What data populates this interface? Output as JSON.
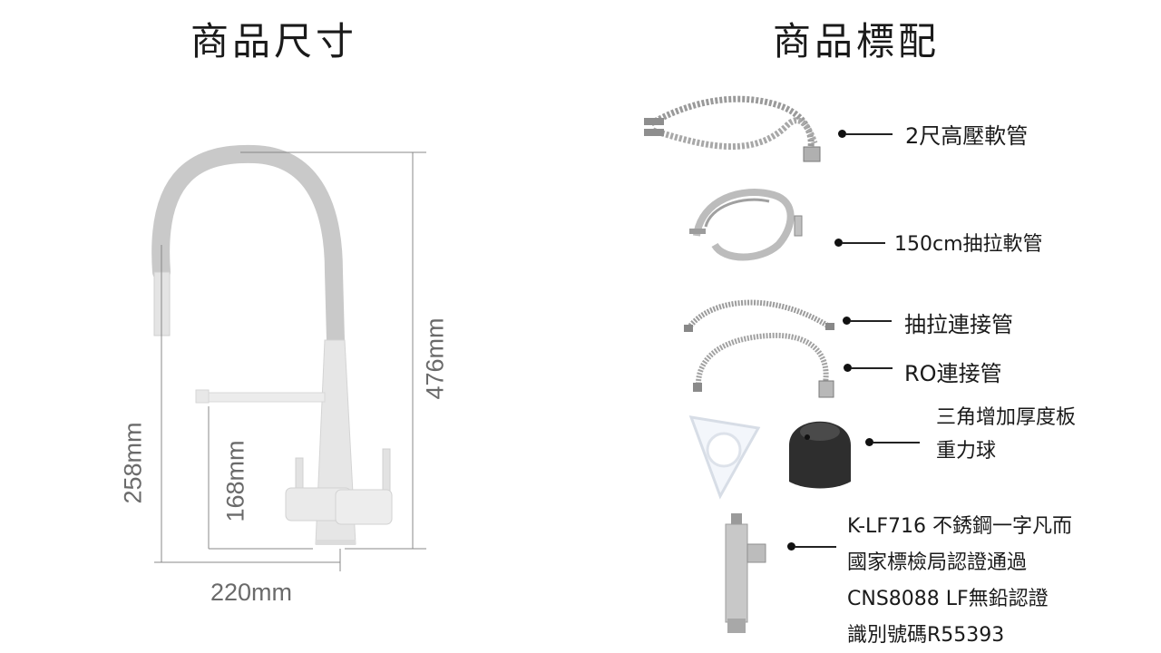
{
  "left": {
    "title": "商品尺寸",
    "dimensions": {
      "height_total": "476mm",
      "height_body": "258mm",
      "height_spout": "168mm",
      "width": "220mm"
    }
  },
  "right": {
    "title": "商品標配",
    "items": [
      {
        "label": "2尺高壓軟管",
        "icon": "braided-hose-icon"
      },
      {
        "label": "150cm抽拉軟管",
        "icon": "pullout-hose-icon"
      },
      {
        "label": "抽拉連接管",
        "icon": "connector-pipe-icon"
      },
      {
        "label": "RO連接管",
        "icon": "ro-pipe-icon"
      },
      {
        "label_lines": [
          "三角增加厚度板",
          "重力球"
        ],
        "icon": "weight-ball-icon"
      },
      {
        "label_lines": [
          "K-LF716 不銹鋼一字凡而",
          "國家標檢局認證通過",
          "CNS8088 LF無鉛認證",
          "識別號碼R55393"
        ],
        "icon": "valve-icon"
      }
    ]
  }
}
